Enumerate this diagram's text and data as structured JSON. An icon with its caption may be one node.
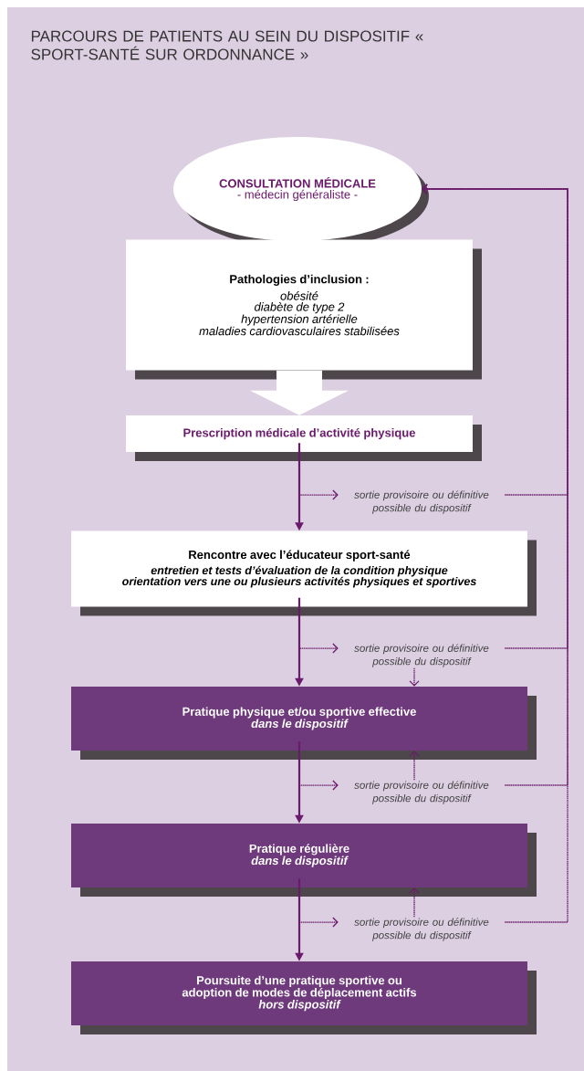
{
  "diagram": {
    "title": "PARCOURS DE PATIENTS AU SEIN DU DISPOSITIF « SPORT-SANTÉ SUR ORDONNANCE »",
    "nodes": [
      {
        "text": [
          "CONSULTATION MÉDICALE",
          "- médecin généraliste -"
        ]
      },
      {
        "text": [
          "Pathologies d’inclusion :",
          "obésité",
          "diabète de type 2",
          "hypertension artérielle",
          "maladies cardiovasculaires stabilisées"
        ]
      },
      {
        "text": [
          "Prescription médicale d’activité physique"
        ]
      },
      {
        "text": [
          "Rencontre avec l’éducateur sport-santé",
          "entretien et tests d’évaluation de la condition physique",
          "orientation vers une ou plusieurs activités physiques et sportives"
        ]
      },
      {
        "text": [
          "Pratique physique et/ou sportive effective",
          "dans le dispositif"
        ]
      },
      {
        "text": [
          "Pratique régulière",
          "dans le dispositif"
        ]
      },
      {
        "text": [
          "Poursuite d’une pratique sportive ou adoption de modes de déplacement actifs",
          "hors dispositif"
        ]
      },
      {
        "text": [
          "sortie provisoire ou définitive possible du dispositif"
        ]
      },
      {
        "text": [
          "sortie provisoire ou définitive possible du dispositif"
        ]
      },
      {
        "text": [
          "sortie provisoire ou définitive possible du dispositif"
        ]
      },
      {
        "text": [
          "sortie provisoire ou définitive possible du dispositif"
        ]
      }
    ],
    "edges": [
      {
        "from": 1,
        "to": 2,
        "arrow": "to",
        "style": "thick",
        "color": "#ffffff"
      },
      {
        "from": 2,
        "to": 3,
        "arrow": "to"
      },
      {
        "from": 3,
        "to": 4,
        "arrow": "to"
      },
      {
        "from": 4,
        "to": 5,
        "arrow": "to"
      },
      {
        "from": 5,
        "to": 6,
        "arrow": "to"
      },
      {
        "from": 2,
        "to": 7,
        "arrow": "to",
        "style": "dashed"
      },
      {
        "from": 3,
        "to": 8,
        "arrow": "to",
        "style": "dashed"
      },
      {
        "from": 4,
        "to": 9,
        "arrow": "to",
        "style": "dashed"
      },
      {
        "from": 5,
        "to": 10,
        "arrow": "to",
        "style": "dashed"
      },
      {
        "from": 7,
        "to": 0,
        "arrow": "to",
        "style": "dashed"
      },
      {
        "from": 8,
        "to": 0,
        "arrow": "to",
        "style": "dashed"
      },
      {
        "from": 9,
        "to": 0,
        "arrow": "to",
        "style": "dashed"
      },
      {
        "from": 10,
        "to": 0,
        "arrow": "to",
        "style": "dashed"
      },
      {
        "from": 8,
        "to": 4,
        "arrow": "to",
        "style": "dashed"
      },
      {
        "from": 9,
        "to": 4,
        "arrow": "to",
        "style": "dashed"
      },
      {
        "from": 10,
        "to": 5,
        "arrow": "to",
        "style": "dashed"
      }
    ]
  }
}
